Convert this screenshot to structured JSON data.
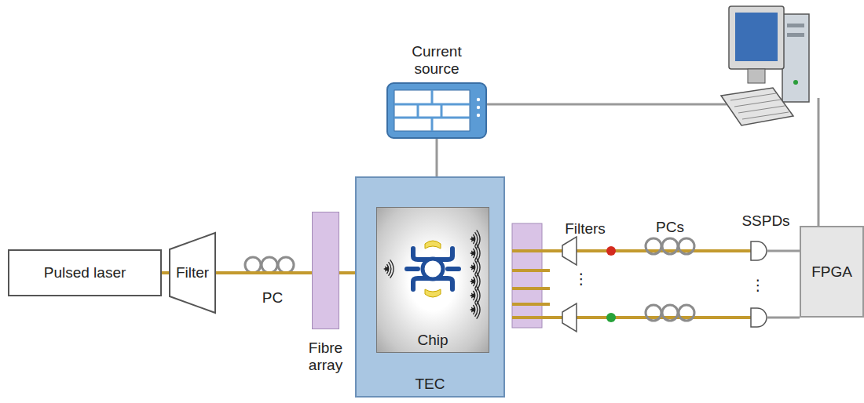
{
  "diagram": {
    "nodes": [
      {
        "text": [
          "Current source"
        ]
      },
      {
        "text": [
          "Pulsed laser"
        ]
      },
      {
        "text": [
          "Filter"
        ]
      },
      {
        "text": [
          "Fibre array"
        ]
      },
      {
        "text": [
          "TEC"
        ]
      },
      {
        "text": [
          "Chip"
        ],
        "in": 4
      },
      {
        "text": [
          "FPGA"
        ]
      }
    ],
    "edges": [
      {
        "from": 1,
        "to": 2,
        "arrow": "none"
      },
      {
        "from": 2,
        "to": 3,
        "arrow": "none"
      },
      {
        "from": 0,
        "to": 4,
        "arrow": "none"
      }
    ],
    "labels": [
      "PC",
      "Filters",
      "PCs",
      "SSPDs",
      "⋮",
      "⋮"
    ]
  }
}
